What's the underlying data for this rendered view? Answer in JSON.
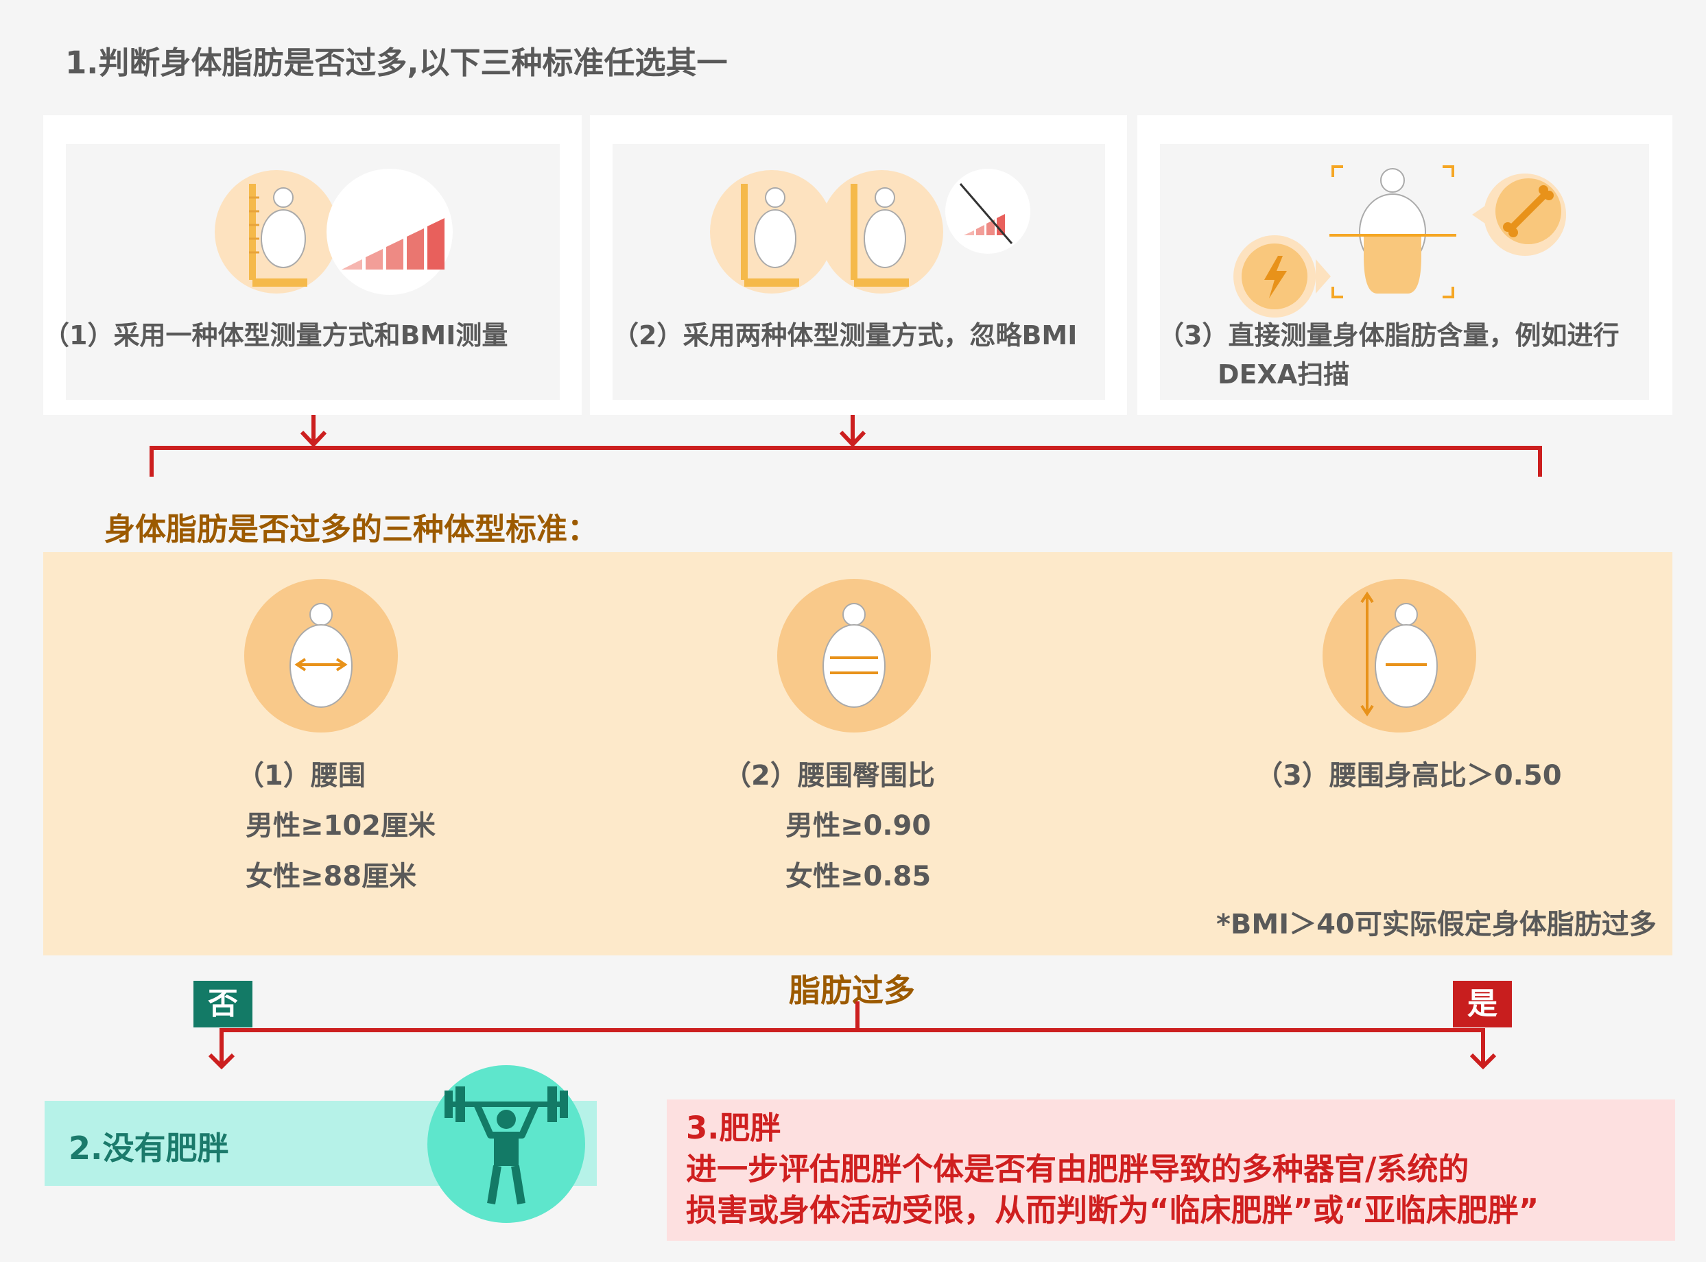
{
  "title": "1.判断身体脂肪是否过多,以下三种标准任选其一",
  "methods": [
    {
      "label": "（1）采用一种体型测量方式和BMI测量"
    },
    {
      "label": "（2）采用两种体型测量方式，忽略BMI"
    },
    {
      "label_line1": "（3）直接测量身体脂肪含量，例如进行",
      "label_line2": "DEXA扫描"
    }
  ],
  "subtitle": "身体脂肪是否过多的三种体型标准：",
  "criteria": [
    {
      "title": "（1）腰围",
      "male": "男性≥102厘米",
      "female": "女性≥88厘米"
    },
    {
      "title": "（2）腰围臀围比",
      "male": "男性≥0.90",
      "female": "女性≥0.85"
    },
    {
      "title": "（3）腰围身高比＞0.50"
    }
  ],
  "bmi_note": "*BMI＞40可实际假定身体脂肪过多",
  "decision": {
    "label": "脂肪过多",
    "no": "否",
    "yes": "是"
  },
  "no_result": "2.没有肥胖",
  "yes_result": {
    "title": "3.肥胖",
    "line1": "进一步评估肥胖个体是否有由肥胖导致的多种器官/系统的",
    "line2": "损害或身体活动受限，从而判断为“临床肥胖”或“亚临床肥胖”"
  },
  "colors": {
    "arrow_red": "#cc1f1f",
    "teal_dark": "#137a66",
    "teal_light": "#5ee6cc",
    "peach": "#fde9ca",
    "orange": "#f5a623"
  }
}
